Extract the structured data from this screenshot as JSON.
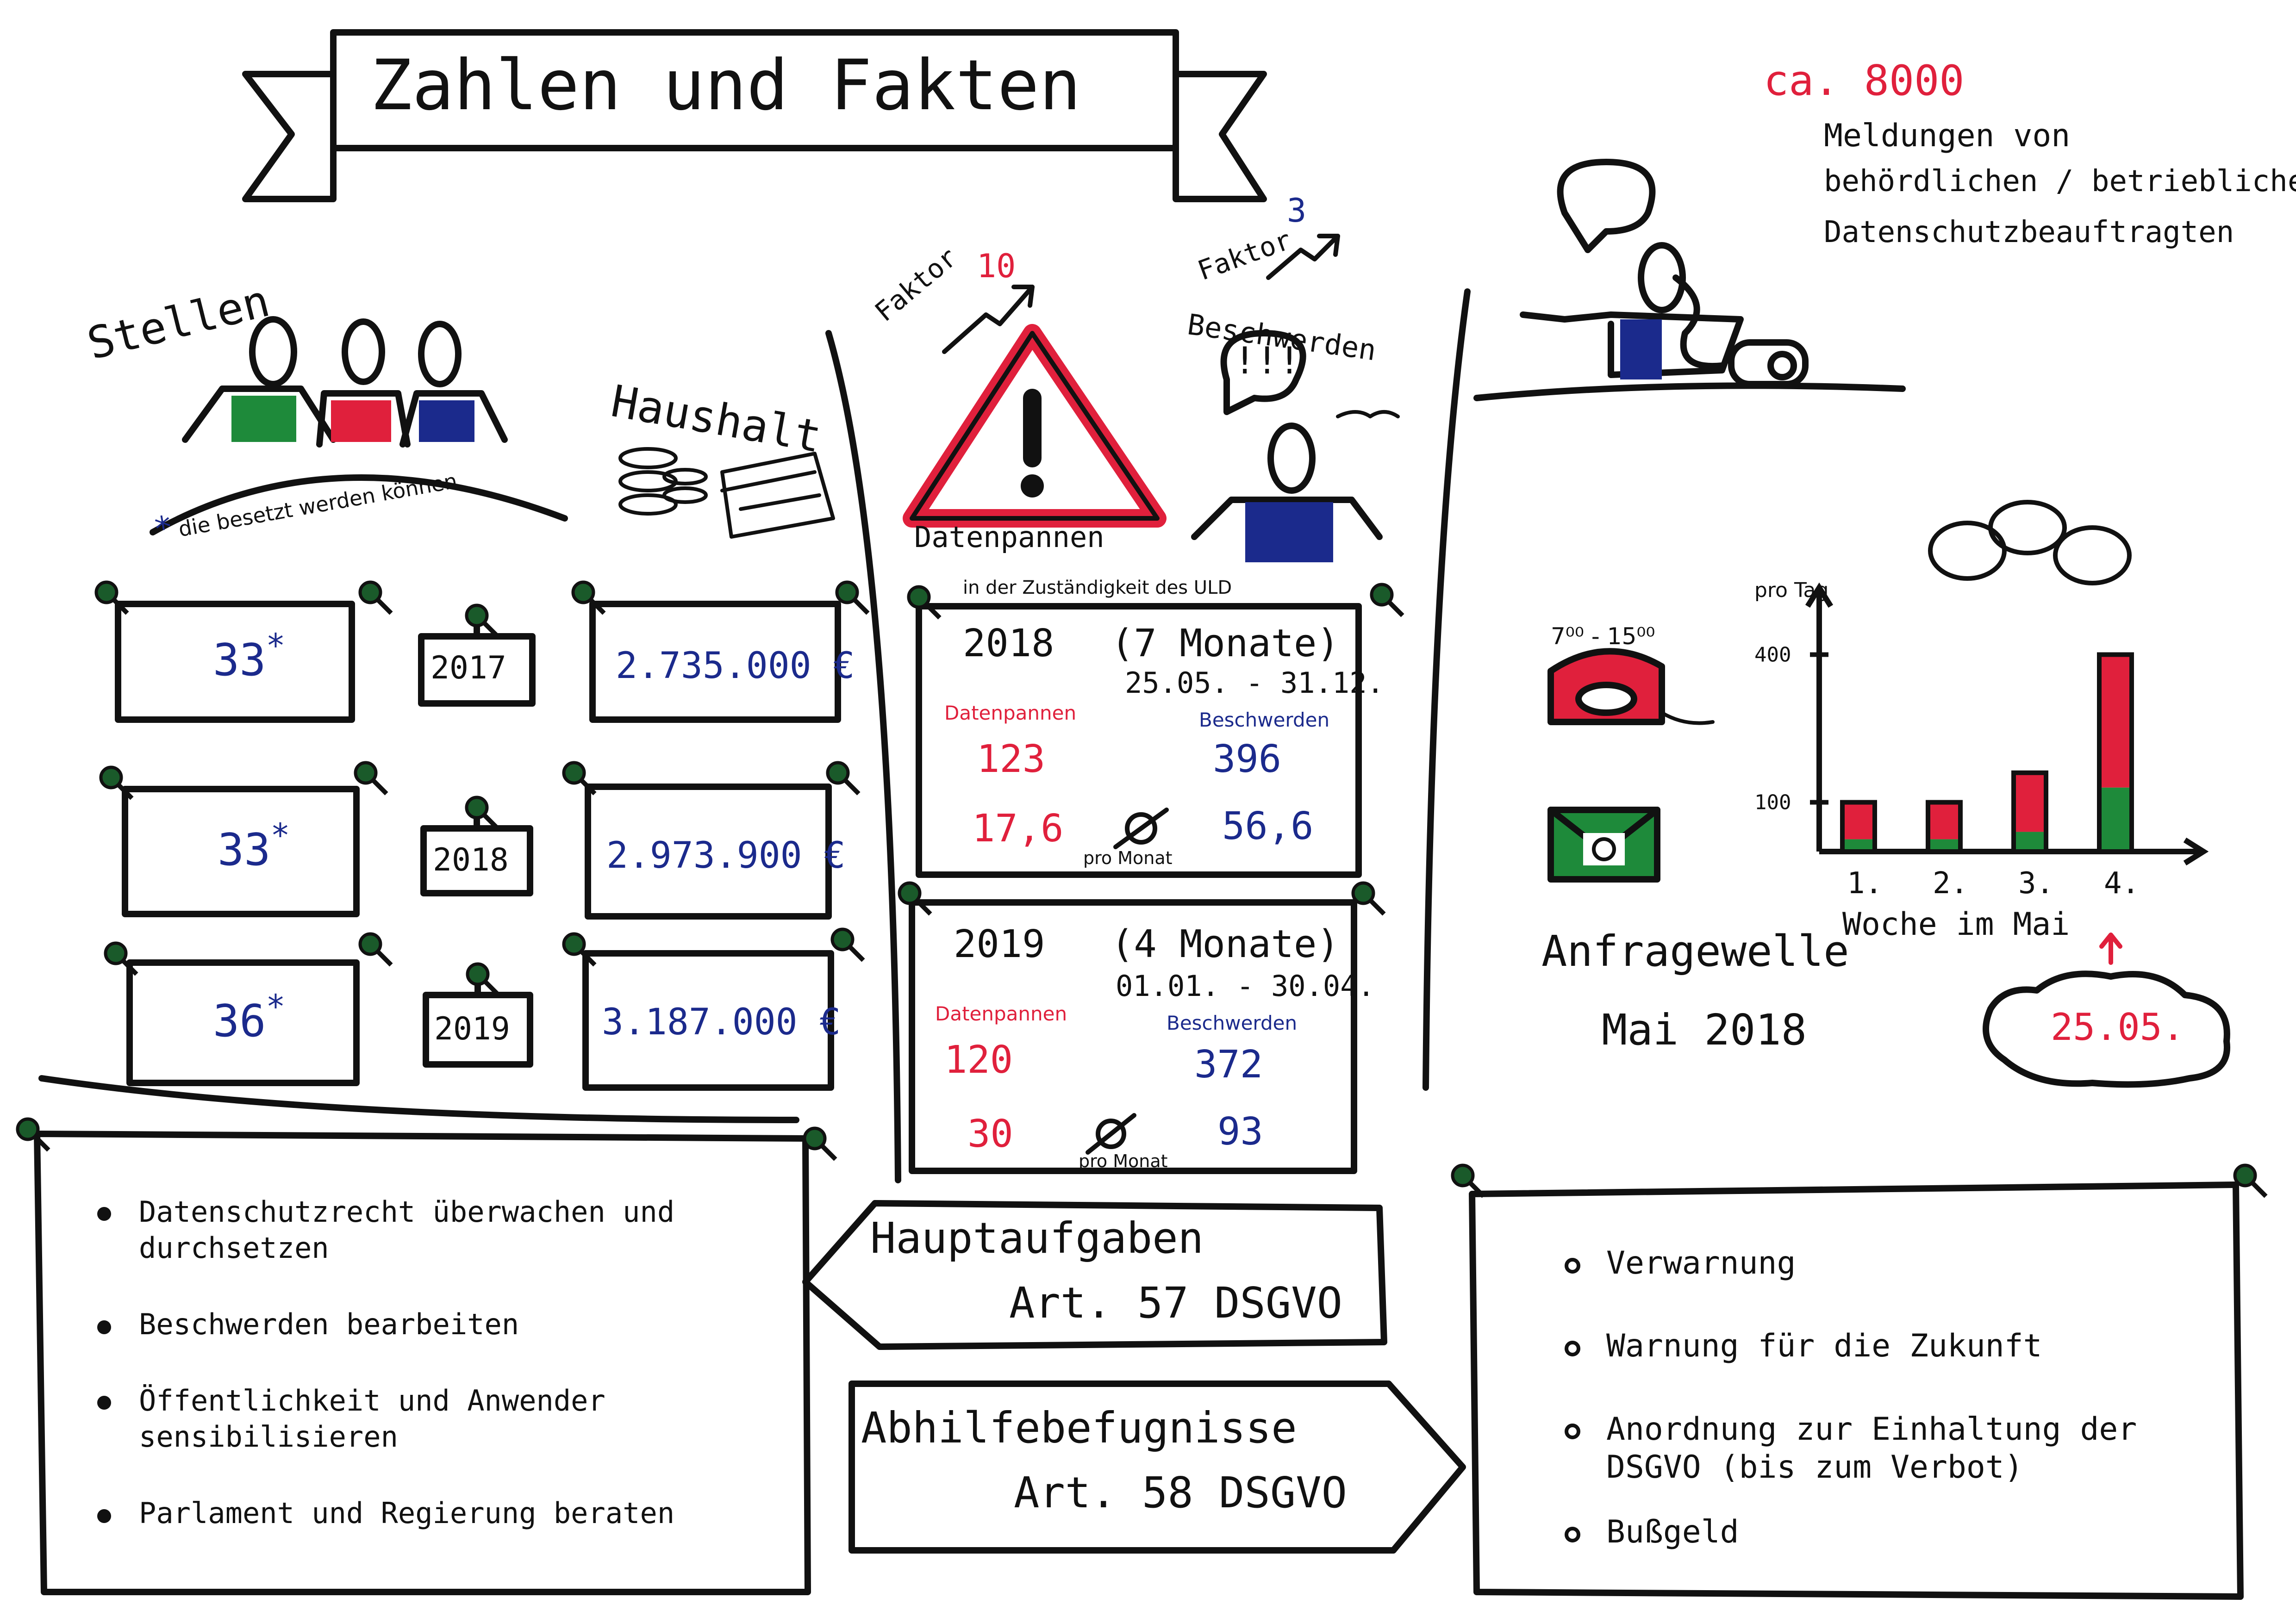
{
  "title": "Zahlen und Fakten",
  "stellen": {
    "label": "Stellen",
    "footnote_mark": "*",
    "footnote": "die besetzt werden können",
    "rows": [
      {
        "value": "33",
        "mark": "*",
        "year": "2017"
      },
      {
        "value": "33",
        "mark": "*",
        "year": "2018"
      },
      {
        "value": "36",
        "mark": "*",
        "year": "2019"
      }
    ]
  },
  "haushalt": {
    "label": "Haushalt",
    "rows": [
      "2.735.000 €",
      "2.973.900 €",
      "3.187.000 €"
    ]
  },
  "datenpannen_icon": {
    "label": "Datenpannen",
    "faktor_label": "Faktor",
    "faktor_value": "10"
  },
  "beschwerden_icon": {
    "label": "Beschwerden",
    "faktor_label": "Faktor",
    "faktor_value": "3",
    "exclaim": "!!!"
  },
  "uld_caption": "in der Zuständigkeit des ULD",
  "period_2018": {
    "year": "2018",
    "months": "(7 Monate)",
    "range": "25.05. - 31.12.",
    "col1_label": "Datenpannen",
    "col2_label": "Beschwerden",
    "col1_total": "123",
    "col2_total": "396",
    "col1_avg": "17,6",
    "col2_avg": "56,6",
    "avg_label": "pro Monat"
  },
  "period_2019": {
    "year": "2019",
    "months": "(4 Monate)",
    "range": "01.01. - 30.04.",
    "col1_label": "Datenpannen",
    "col2_label": "Beschwerden",
    "col1_total": "120",
    "col2_total": "372",
    "col1_avg": "30",
    "col2_avg": "93",
    "avg_label": "pro Monat"
  },
  "meldungen": {
    "count": "ca. 8000",
    "line1": "Meldungen von",
    "line2": "behördlichen / betrieblichen",
    "line3": "Datenschutzbeauftragten"
  },
  "hotline_hours": "7⁰⁰ - 15⁰⁰",
  "anfragewelle": {
    "line1": "Anfragewelle",
    "line2": "Mai 2018",
    "date": "25.05."
  },
  "chart_data": {
    "type": "bar",
    "ylabel": "pro Tag",
    "xlabel": "Woche im Mai",
    "categories": [
      "1.",
      "2.",
      "3.",
      "4."
    ],
    "y_ticks": [
      100,
      400
    ],
    "ylim": [
      0,
      470
    ],
    "series": [
      {
        "values": [
          25,
          25,
          40,
          130
        ],
        "color": "#1e8a3a"
      },
      {
        "values": [
          75,
          75,
          120,
          270
        ],
        "color": "#e0203c"
      }
    ]
  },
  "hauptaufgaben": {
    "title": "Hauptaufgaben",
    "article": "Art. 57 DSGVO",
    "items": [
      "Datenschutzrecht überwachen und durchsetzen",
      "Beschwerden bearbeiten",
      "Öffentlichkeit und Anwender sensibilisieren",
      "Parlament und Regierung beraten"
    ]
  },
  "abhilfe": {
    "title": "Abhilfebefugnisse",
    "article": "Art. 58 DSGVO",
    "items": [
      "Verwarnung",
      "Warnung für die Zukunft",
      "Anordnung zur Einhaltung der DSGVO (bis zum Verbot)",
      "Bußgeld"
    ]
  },
  "colors": {
    "ink": "#111111",
    "red": "#e0203c",
    "blue": "#1b2a8c",
    "green": "#1e8a3a",
    "pin": "#1a5a2a"
  }
}
